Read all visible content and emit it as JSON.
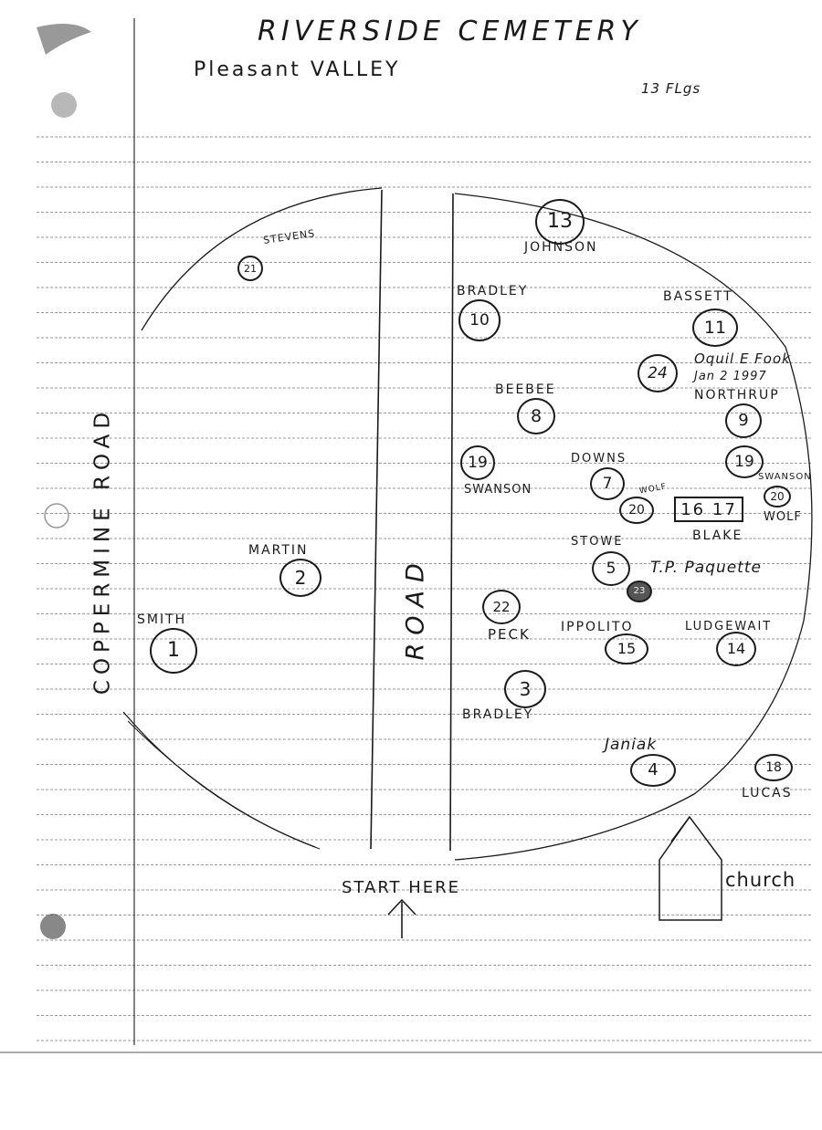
{
  "header": {
    "title": "RIVERSIDE CEMETERY",
    "location": "Pleasant VALLEY",
    "flags_note": "13 FLgs"
  },
  "roads": {
    "left_road": "COPPERMINE ROAD",
    "center_road": "ROAD"
  },
  "plots": [
    {
      "number": "13",
      "name": "JOHNSON"
    },
    {
      "number": "21",
      "name": "STEVENS"
    },
    {
      "number": "10",
      "name": "BRADLEY"
    },
    {
      "number": "11",
      "name": "BASSETT"
    },
    {
      "number": "24",
      "name": "Oquil E Fook"
    },
    {
      "number": "8",
      "name": "BEEBEE"
    },
    {
      "number": "9",
      "name": "NORTHRUP"
    },
    {
      "number": "19",
      "name": "SWANSON"
    },
    {
      "number": "7",
      "name": "DOWNS"
    },
    {
      "number": "19",
      "name": "SWANSON"
    },
    {
      "number": "20",
      "name": "WOLF"
    },
    {
      "number": "20",
      "name": "WOLF"
    },
    {
      "number": "16 17",
      "name": "BLAKE"
    },
    {
      "number": "5",
      "name": "STOWE"
    },
    {
      "number": "23",
      "name": "T.P. Paquette"
    },
    {
      "number": "2",
      "name": "MARTIN"
    },
    {
      "number": "1",
      "name": "SMITH"
    },
    {
      "number": "22",
      "name": "PECK"
    },
    {
      "number": "15",
      "name": "IPPOLITO"
    },
    {
      "number": "14",
      "name": "LUDGEWAIT"
    },
    {
      "number": "3",
      "name": "BRADLEY"
    },
    {
      "number": "4",
      "name": "Janiak"
    },
    {
      "number": "18",
      "name": "LUCAS"
    }
  ],
  "notes": {
    "fook_date": "Jan 2 1997"
  },
  "landmarks": {
    "church": "church",
    "start": "START HERE"
  }
}
